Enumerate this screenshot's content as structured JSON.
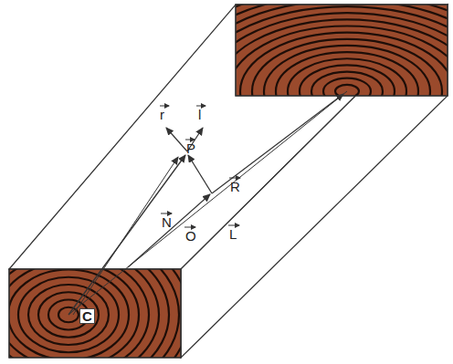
{
  "diagram": {
    "labels": [
      "r",
      "l",
      "P",
      "N",
      "R",
      "L",
      "O",
      "C"
    ]
  }
}
